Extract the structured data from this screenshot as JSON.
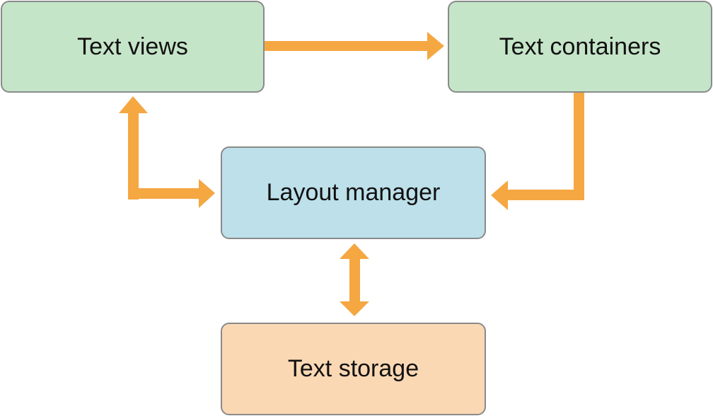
{
  "diagram": {
    "nodes": {
      "text_views": "Text views",
      "text_containers": "Text containers",
      "layout_manager": "Layout manager",
      "text_storage": "Text storage"
    },
    "edges": [
      {
        "from": "Text views",
        "to": "Text containers",
        "direction": "one-way"
      },
      {
        "from": "Text containers",
        "to": "Layout manager",
        "direction": "one-way"
      },
      {
        "from": "Layout manager",
        "to": "Text views",
        "direction": "two-way"
      },
      {
        "from": "Layout manager",
        "to": "Text storage",
        "direction": "two-way"
      }
    ],
    "colors": {
      "text_views_fill": "#c5e5c9",
      "text_containers_fill": "#c5e5c9",
      "layout_manager_fill": "#bde0ea",
      "text_storage_fill": "#fad8b4",
      "box_border": "#8a8a8a",
      "arrow": "#f5a742"
    }
  }
}
